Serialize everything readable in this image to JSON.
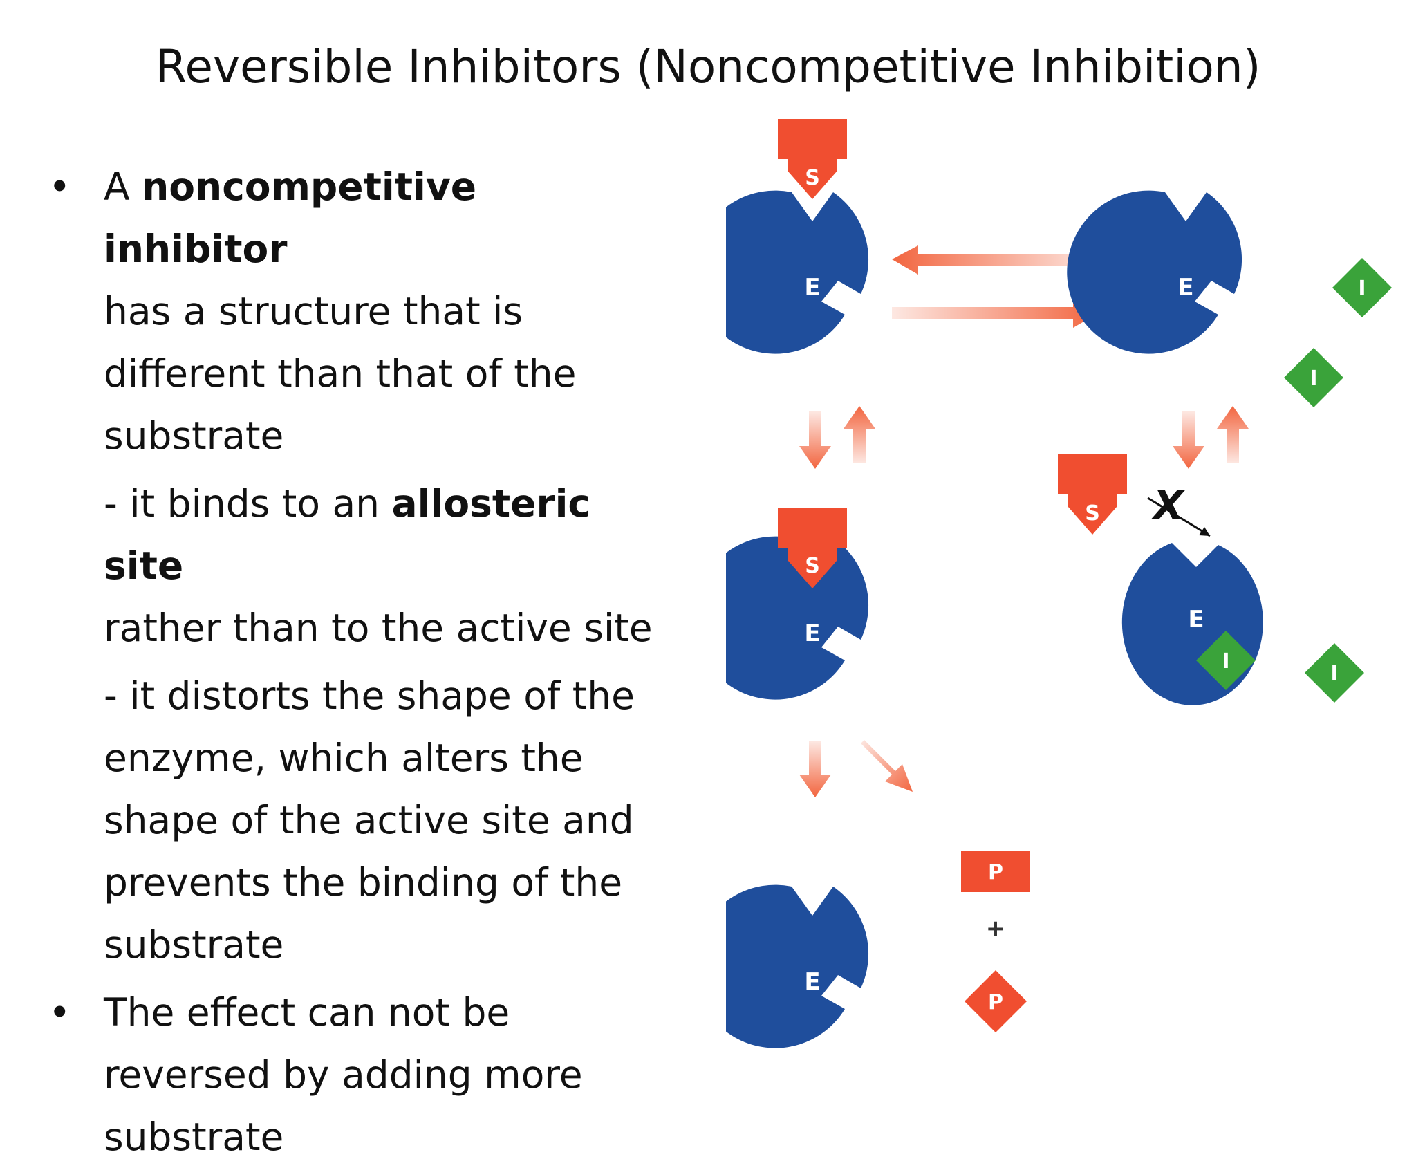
{
  "slide": {
    "title": "Reversible Inhibitors (Noncompetitive Inhibition)",
    "bullet1": {
      "pre": "A ",
      "bold": "noncompetitive inhibitor",
      "line2": "has a structure that is",
      "line3": "different than that of the",
      "line4": "substrate"
    },
    "sub1": {
      "pre": "- it binds to an ",
      "bold": "allosteric site",
      "line2": "rather than to the active site"
    },
    "sub2": {
      "line1": "- it distorts the shape of the",
      "line2": "enzyme, which alters the",
      "line3": "shape of the active site and",
      "line4": "prevents the binding of the",
      "line5": "substrate"
    },
    "bullet2": {
      "line1": "The effect can not be",
      "line2": "reversed by adding more",
      "line3": "substrate"
    },
    "bullet_symbol": "•"
  },
  "diagram": {
    "enzyme_label": "E",
    "substrate_label": "S",
    "inhibitor_label": "I",
    "product_label": "P",
    "plus": "+",
    "blocked_mark": "X",
    "colors": {
      "enzyme": "#1f4e9c",
      "substrate": "#f04e30",
      "inhibitor": "#3aa33a",
      "arrow": "#f2653f"
    }
  }
}
